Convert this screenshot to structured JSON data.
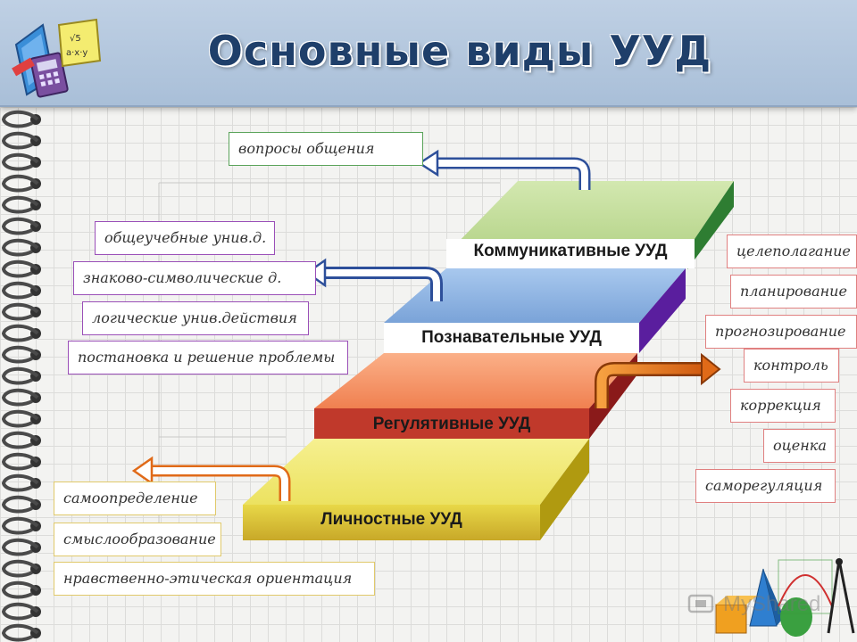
{
  "title": "Основные виды УУД",
  "steps": {
    "communicative": "Коммуникативные УУД",
    "cognitive": "Познавательные УУД",
    "regulatory": "Регулятивные УУД",
    "personal": "Личностные УУД"
  },
  "communicative_items": [
    "вопросы общения"
  ],
  "cognitive_items": [
    "общеучебные унив.д.",
    "знаково-символические д.",
    "логические унив.действия",
    "постановка и решение проблемы"
  ],
  "regulatory_items": [
    "целеполагание",
    "планирование",
    "прогнозирование",
    "контроль",
    "коррекция",
    "оценка",
    "саморегуляция"
  ],
  "personal_items": [
    "самоопределение",
    "смыслообразование",
    "нравственно-этическая ориентация"
  ],
  "watermark": "MyShared",
  "colors": {
    "communicative": "#c3dc9a",
    "cognitive": "#8db3e2",
    "regulatory": "#f79a6a",
    "personal": "#f2ea7c",
    "arrow": "#dc6a16",
    "arrow_blue": "#2d4f9a"
  }
}
